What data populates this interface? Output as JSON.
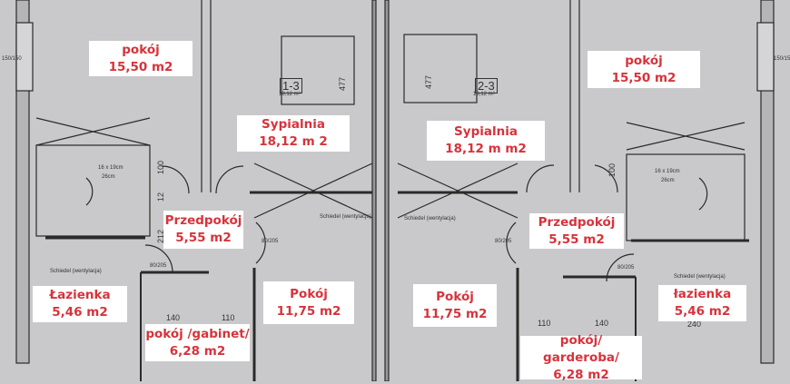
{
  "rooms_left": [
    {
      "name": "pokój",
      "area": "15,50 m2"
    },
    {
      "name": "Sypialnia",
      "area": "18,12 m 2"
    },
    {
      "name": "Przedpokój",
      "area": "5,55 m2"
    },
    {
      "name": "Łazienka",
      "area": "5,46 m2"
    },
    {
      "name": "Pokój",
      "area": "11,75 m2"
    },
    {
      "name": "pokój /gabinet/",
      "area": "6,28 m2"
    }
  ],
  "rooms_right": [
    {
      "name": "pokój",
      "area": "15,50 m2"
    },
    {
      "name": "Sypialnia",
      "area": "18,12 m m2"
    },
    {
      "name": "Przedpokój",
      "area": "5,55 m2"
    },
    {
      "name": "Pokój",
      "area": "11,75 m2"
    },
    {
      "name": "łazienka",
      "area": "5,46 m2"
    },
    {
      "name": "pokój/ garderoba/",
      "area": "6,28 m2"
    }
  ],
  "annotations": {
    "room_tag_left": "1-3",
    "room_tag_right": "2-3",
    "room_tag_area": "18,12 m²",
    "bed_length": "477",
    "stairs": "16 x 19cm",
    "stairs_tread": "26cm",
    "door": "80/205",
    "dim_100": "100",
    "dim_12": "12",
    "dim_212": "212",
    "dim_140": "140",
    "dim_110": "110",
    "dim_240": "240",
    "window": "150/150",
    "vent": "Schiedel (wentylacja)"
  },
  "colors": {
    "label_text": "#d7333b",
    "label_bg": "#ffffff",
    "paper": "#c9c9cb",
    "lines": "#2a2a2a"
  }
}
